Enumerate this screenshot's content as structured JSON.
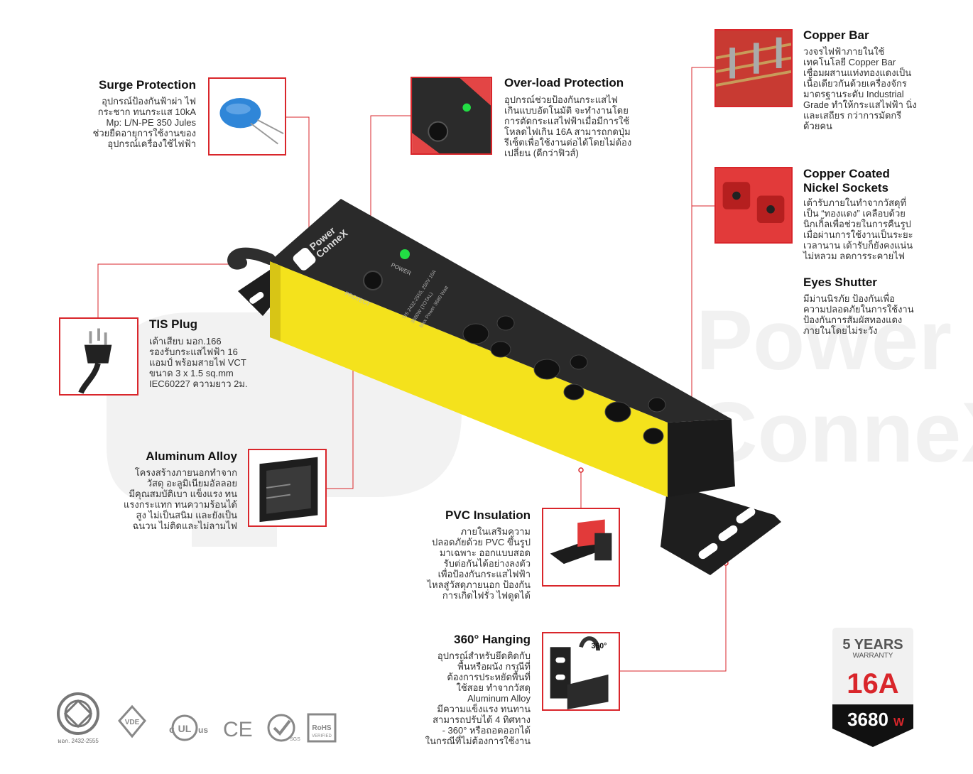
{
  "brand": {
    "logo_text_line1": "Power",
    "logo_text_line2": "ConneX"
  },
  "product": {
    "power_label": "POWER",
    "protect_label": "PROTECT",
    "spec_label_line1": "TIS 2432-2555, 250V 16A",
    "spec_label_line2": "3680W (TOTAL)",
    "spec_label_line3": "Max Power 3680 Watt"
  },
  "features": {
    "surge": {
      "title": "Surge Protection",
      "desc": "อุปกรณ์ป้องกันฟ้าผ่า ไฟ\nกระชาก ทนกระแส  10kA\nMp: L/N-PE 350 Jules\nช่วยยืดอายุการใช้งานของ\nอุปกรณ์เครื่องใช้ไฟฟ้า"
    },
    "overload": {
      "title": "Over-load Protection",
      "desc": "อุปกรณ์ช่วยป้องกันกระแสไฟ\nเกินแบบอัตโนมัติ จะทำงานโดย\nการตัดกระแสไฟฟ้าเมื่อมีการใช้\nโหลดไฟเกิน 16A สามารถกดปุ่ม\nรีเซ็ตเพื่อใช้งานต่อได้โดยไม่ต้อง\nเปลี่ยน (ดีกว่าฟิวส์)"
    },
    "copper_bar": {
      "title": "Copper Bar",
      "desc": "วงจรไฟฟ้าภายในใช้\nเทคโนโลยี Copper Bar\nเชื่อมผสานแท่งทองแดงเป็น\nเนื้อเดียวกันด้วยเครื่องจักร\nมาตรฐานระดับ Industrial\nGrade ทำให้กระแสไฟฟ้า นิ่ง\nและเสถียร กว่าการมัดกรี\nด้วยคน"
    },
    "sockets": {
      "title": "Copper Coated\nNickel Sockets",
      "desc": "เต้ารับภายในทำจากวัสดุที่\nเป็น “ทองแดง” เคลือบด้วย\nนิกเกิ้ลเพื่อช่วยในการคืนรูป\nเมื่อผ่านการใช้งานเป็นระยะ\nเวลานาน เต้ารับก็ยังคงแน่น\nไม่หลวม ลดการระคายไฟ"
    },
    "shutter": {
      "title": "Eyes Shutter",
      "desc": "มีม่านนิรภัย ป้องกันเพื่อ\nความปลอดภัยในการใช้งาน\nป้องกันการสัมผัสทองแดง\nภายในโดยไม่ระวัง"
    },
    "plug": {
      "title": "TIS Plug",
      "desc": "เต้าเสียบ มอก.166\nรองรับกระแสไฟฟ้า 16\nแอมป์ พร้อมสายไฟ VCT\nขนาด 3 x 1.5 sq.mm\nIEC60227 ความยาว 2ม."
    },
    "aluminum": {
      "title": "Aluminum Alloy",
      "desc": "โครงสร้างภายนอกทำจาก\nวัสดุ อะลูมิเนียมอัลลอย\nมีคุณสมบัติเบา แข็งแรง ทน\nแรงกระแทก ทนความร้อนได้\nสูง ไม่เป็นสนิม และยังเป็น\nฉนวน ไม่ติดและไม่ลามไฟ"
    },
    "pvc": {
      "title": "PVC Insulation",
      "desc": "ภายในเสริมความ\nปลอดภัยด้วย PVC ขึ้นรูป\nมาเฉพาะ ออกแบบสอด\nรับต่อกันได้อย่างลงตัว\nเพื่อป้องกันกระแสไฟฟ้า\nไหลสู่วัสดุภายนอก ป้องกัน\nการเกิดไฟรั่ว ไฟดูดได้"
    },
    "hanging": {
      "title": "360° Hanging",
      "desc": "อุปกรณ์สำหรับยึดติดกับ\nพื้นหรือผนัง กรณีที่\nต้องการประหยัดพื้นที่\nใช้สอย ทำจากวัสดุ\nAluminum Alloy\nมีความแข็งแรง ทนทาน\nสามารถปรับได้ 4 ทิศทาง\n- 360° หรือถอดออกได้\nในกรณีที่ไม่ต้องการใช้งาน",
      "badge": "360°"
    }
  },
  "warranty": {
    "years": "5 YEARS",
    "label": "WARRANTY",
    "amps": "16A",
    "watts": "3680",
    "watt_unit": "W"
  },
  "certs": {
    "tis_caption": "มอก. 2432-2555",
    "vde": "VDE",
    "ul_left": "c",
    "ul_mid": "UL",
    "ul_right": "us",
    "ce": "CE",
    "sgs": "SGS",
    "rohs": "RoHS",
    "rohs_sub": "VERIFIED"
  },
  "colors": {
    "accent": "#d9262b",
    "yellow": "#f4e21c",
    "body": "#2b2b2b",
    "led": "#22dd44"
  }
}
